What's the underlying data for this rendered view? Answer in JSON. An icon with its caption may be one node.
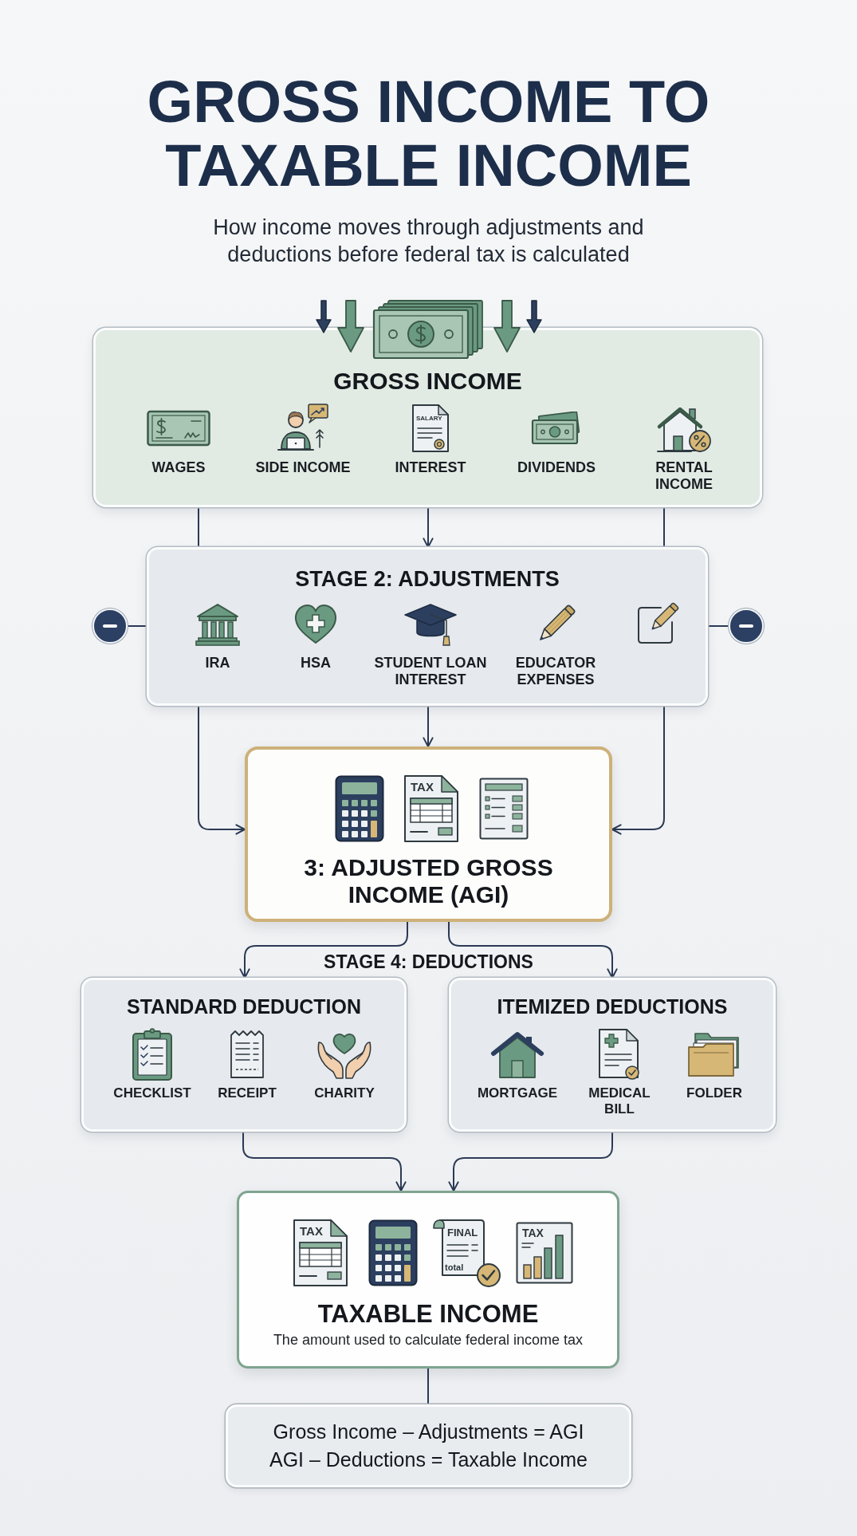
{
  "diagram": {
    "title": "GROSS INCOME TO TAXABLE INCOME",
    "nodes": [
      {
        "text": [
          "GROSS INCOME",
          "WAGES",
          "SIDE INCOME",
          "INTEREST",
          "DIVIDENDS",
          "RENTAL INCOME"
        ]
      },
      {
        "text": [],
        "shape": "circle"
      },
      {
        "text": [
          "STAGE 2: ADJUSTMENTS",
          "IRA",
          "HSA",
          "STUDENT LOAN INTEREST",
          "EDUCATOR EXPENSES"
        ]
      },
      {
        "text": [],
        "shape": "circle"
      },
      {
        "text": [
          "3: ADJUSTED GROSS INCOME (AGI)"
        ]
      },
      {
        "text": [
          "STANDARD DEDUCTION",
          "CHECKLIST",
          "RECEIPT",
          "CHARITY"
        ]
      },
      {
        "text": [
          "ITEMIZED DEDUCTIONS",
          "MORTGAGE",
          "MEDICAL BILL",
          "FOLDER"
        ]
      },
      {
        "text": [
          "TAXABLE INCOME",
          "The amount used to calculate federal income tax"
        ]
      },
      {
        "text": [
          "Gross Income – Adjustments = AGI",
          "AGI – Deductions = Taxable Income"
        ]
      }
    ],
    "edges": [
      {
        "from": 0,
        "to": 2,
        "arrow": "none"
      },
      {
        "from": 0,
        "to": 2,
        "arrow": "to"
      },
      {
        "from": 0,
        "to": 2,
        "arrow": "none"
      },
      {
        "from": 1,
        "to": 2,
        "arrow": "none"
      },
      {
        "from": 3,
        "to": 2,
        "arrow": "none"
      },
      {
        "from": 2,
        "to": 4,
        "arrow": "to"
      },
      {
        "from": 2,
        "to": 4,
        "arrow": "to"
      },
      {
        "from": 2,
        "to": 4,
        "arrow": "to"
      },
      {
        "from": 4,
        "to": 5,
        "arrow": "to"
      },
      {
        "from": 4,
        "to": 6,
        "arrow": "to"
      },
      {
        "from": 5,
        "to": 7,
        "arrow": "to"
      },
      {
        "from": 6,
        "to": 7,
        "arrow": "to"
      },
      {
        "from": 7,
        "to": 8,
        "arrow": "none"
      }
    ],
    "labels": [
      "How income moves through adjustments and deductions before federal tax is calculated",
      "SALARY",
      "TAX",
      "STAGE 4: DEDUCTIONS",
      "TAX",
      "FINAL",
      "total",
      "TAX"
    ]
  }
}
